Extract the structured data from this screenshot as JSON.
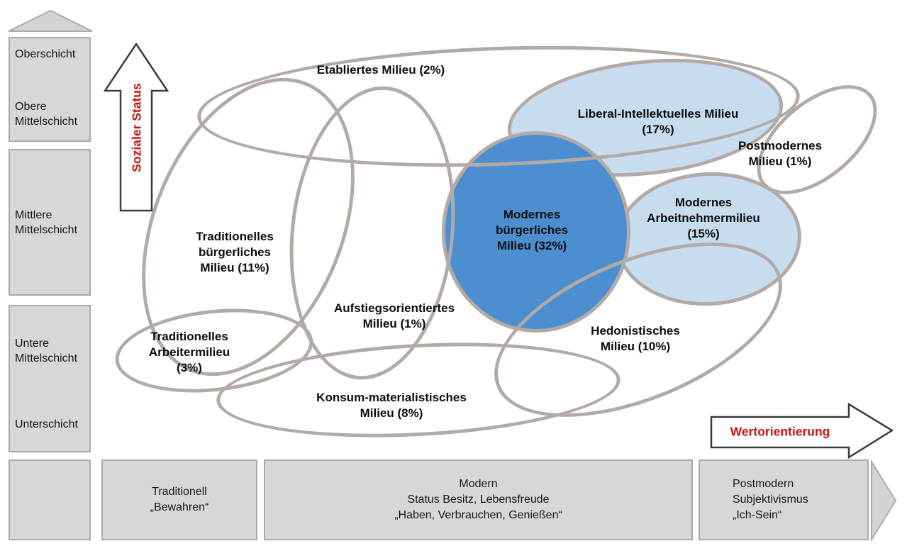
{
  "diagram": {
    "type": "sinus-milieu-diagram",
    "colors": {
      "milieu_outline": "#b2aaa6",
      "milieu_fill_dark_blue": "#4c8fd0",
      "milieu_fill_light_blue": "#c8dcf0",
      "axis_box_gray": "#d7d7d7",
      "axis_box_border": "#a9a9a9",
      "axis_label_red": "#cc1111"
    }
  },
  "status_axis": {
    "label": "Sozialer Status",
    "levels": [
      "Oberschicht",
      "Obere\nMittelschicht",
      "Mittlere\nMittelschicht",
      "Untere\nMittelschicht",
      "Unterschicht"
    ]
  },
  "value_axis": {
    "label": "Wertorientierung",
    "categories": [
      "Traditionell\n„Bewahren“",
      "Modern\nStatus Besitz, Lebensfreude\n„Haben, Verbrauchen, Genießen“",
      "Postmodern\nSubjektivismus\n„Ich-Sein“"
    ]
  },
  "milieus": [
    {
      "name": "Etabliertes Milieu",
      "percent": 2,
      "fill": "none",
      "label": "Etabliertes Milieu (2%)"
    },
    {
      "name": "Liberal-Intellektuelles Milieu",
      "percent": 17,
      "fill": "light-blue",
      "label": "Liberal-Intellektuelles Milieu\n(17%)"
    },
    {
      "name": "Postmodernes Milieu",
      "percent": 1,
      "fill": "none",
      "label": "Postmodernes\nMilieu (1%)"
    },
    {
      "name": "Modernes bürgerliches Milieu",
      "percent": 32,
      "fill": "dark-blue",
      "label": "Modernes\nbürgerliches\nMilieu (32%)"
    },
    {
      "name": "Modernes Arbeitnehmermilieu",
      "percent": 15,
      "fill": "light-blue",
      "label": "Modernes\nArbeitnehmermilieu\n(15%)"
    },
    {
      "name": "Traditionelles bürgerliches Milieu",
      "percent": 11,
      "fill": "none",
      "label": "Traditionelles\nbürgerliches\nMilieu  (11%)"
    },
    {
      "name": "Aufstiegsorientiertes Milieu",
      "percent": 1,
      "fill": "none",
      "label": "Aufstiegsorientiertes\nMilieu (1%)"
    },
    {
      "name": "Traditionelles Arbeitermilieu",
      "percent": 3,
      "fill": "none",
      "label": "Traditionelles\nArbeitermilieu\n(3%)"
    },
    {
      "name": "Hedonistisches Milieu",
      "percent": 10,
      "fill": "none",
      "label": "Hedonistisches\nMilieu (10%)"
    },
    {
      "name": "Konsum-materialistisches Milieu",
      "percent": 8,
      "fill": "none",
      "label": "Konsum-materialistisches\nMilieu (8%)"
    }
  ]
}
